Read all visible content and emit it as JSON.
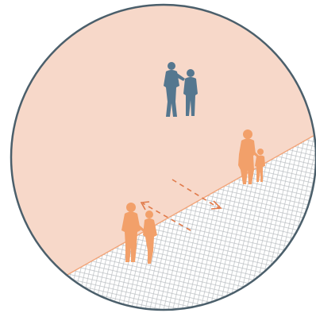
{
  "illustration": {
    "colors": {
      "background": "#ffffff",
      "plaza_fill": "#f7d8c9",
      "circle_border": "#4b5f6b",
      "pavement_grid": "#b8bcc0",
      "pavement_edge": "#f2a57a",
      "people_orange": "#f2a06a",
      "people_blue": "#55778f",
      "arrow": "#e07a4a"
    },
    "figures": [
      {
        "name": "standing-pair",
        "color": "people_blue"
      },
      {
        "name": "adult-with-child",
        "color": "people_orange"
      },
      {
        "name": "walking-couple",
        "color": "people_orange"
      }
    ],
    "arrows": [
      {
        "name": "movement-arrow-left",
        "style": "dashed"
      },
      {
        "name": "movement-arrow-right",
        "style": "dashed"
      }
    ]
  }
}
